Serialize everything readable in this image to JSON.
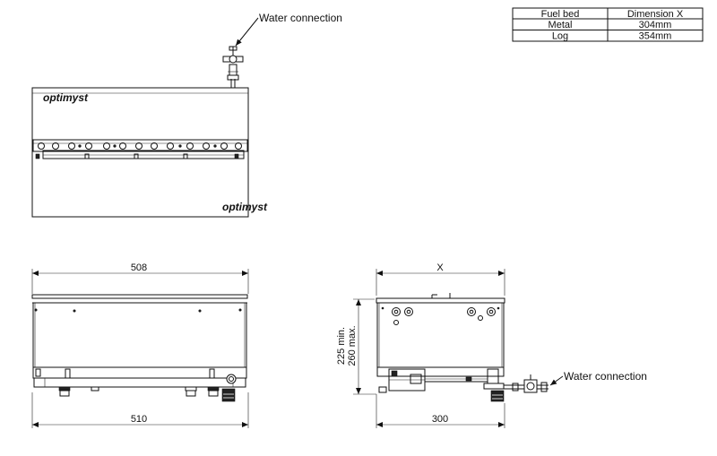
{
  "labels": {
    "water_connection_top": "Water connection",
    "water_connection_side": "Water connection"
  },
  "dimensions": {
    "top_width": "508",
    "bottom_width": "510",
    "side_x": "X",
    "side_depth": "300",
    "height_min": "225 min.",
    "height_max": "260 max."
  },
  "table": {
    "headers": [
      "Fuel bed",
      "Dimension X"
    ],
    "rows": [
      [
        "Metal",
        "304mm"
      ],
      [
        "Log",
        "354mm"
      ]
    ]
  },
  "logos": [
    "optimyst",
    "optimyst"
  ]
}
